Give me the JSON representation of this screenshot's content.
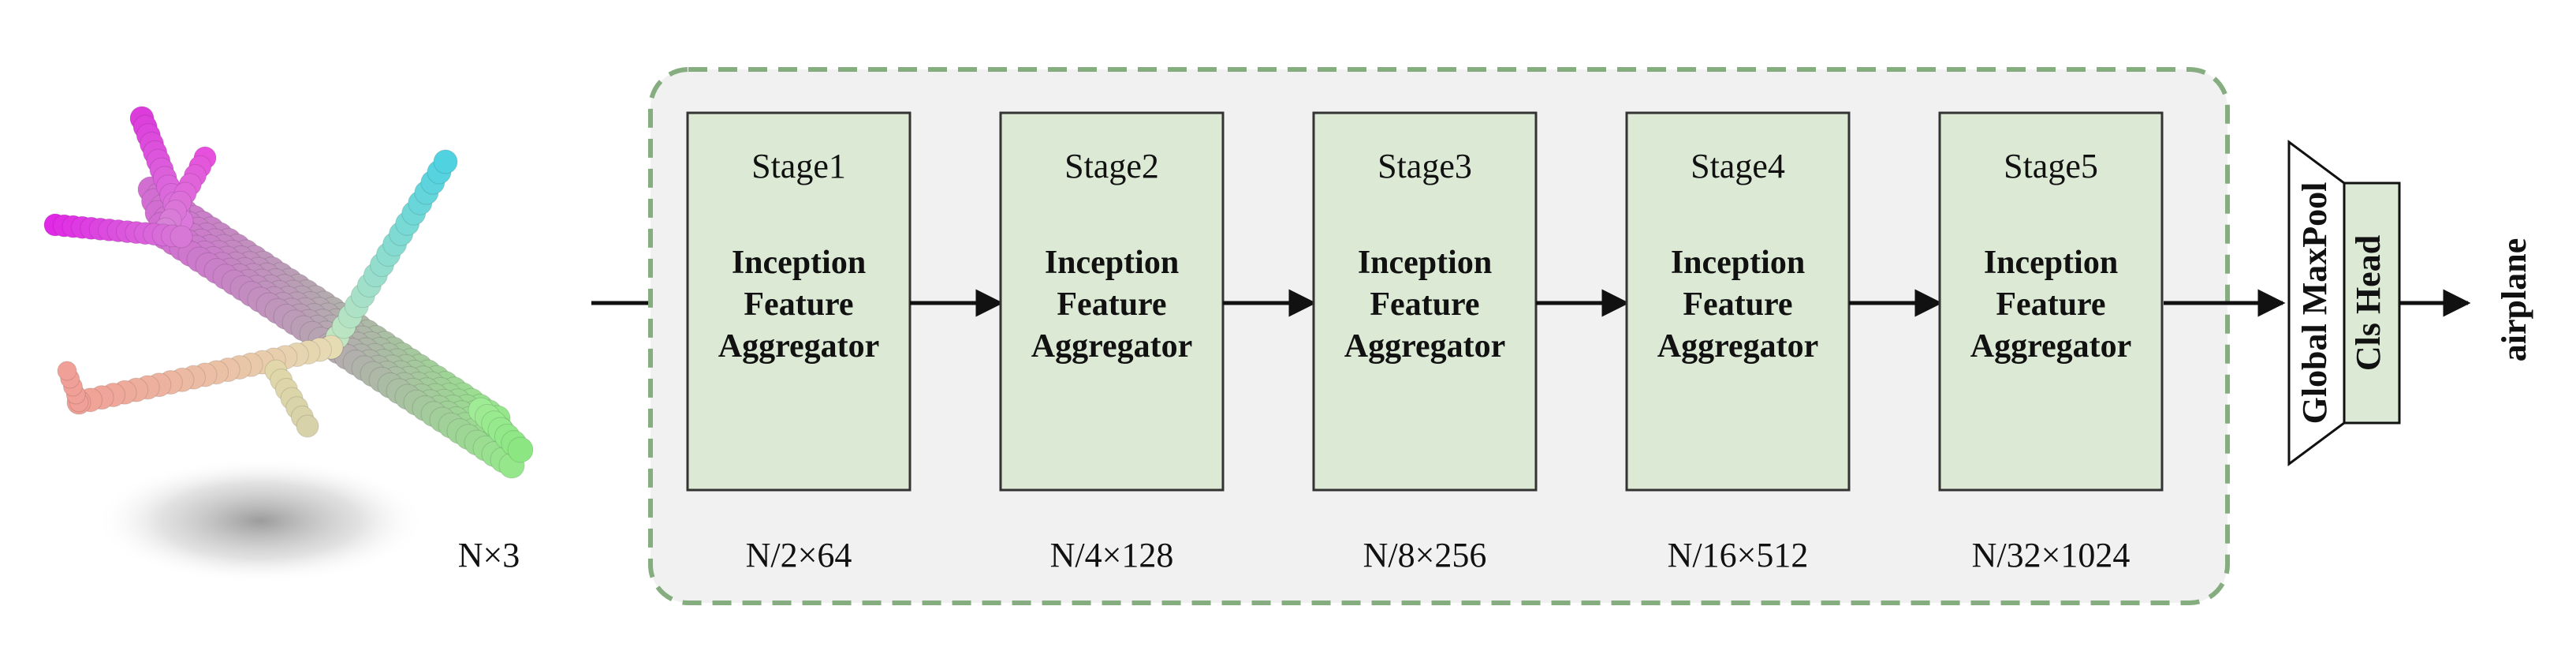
{
  "input": {
    "shape": "N×3"
  },
  "stages": [
    {
      "title": "Stage1",
      "block_lines": [
        "Inception",
        "Feature",
        "Aggregator"
      ],
      "dim": "N/2×64"
    },
    {
      "title": "Stage2",
      "block_lines": [
        "Inception",
        "Feature",
        "Aggregator"
      ],
      "dim": "N/4×128"
    },
    {
      "title": "Stage3",
      "block_lines": [
        "Inception",
        "Feature",
        "Aggregator"
      ],
      "dim": "N/8×256"
    },
    {
      "title": "Stage4",
      "block_lines": [
        "Inception",
        "Feature",
        "Aggregator"
      ],
      "dim": "N/16×512"
    },
    {
      "title": "Stage5",
      "block_lines": [
        "Inception",
        "Feature",
        "Aggregator"
      ],
      "dim": "N/32×1024"
    }
  ],
  "pool": {
    "label": "Global MaxPool"
  },
  "head": {
    "label": "Cls Head"
  },
  "output": {
    "label": "airplane"
  },
  "colors": {
    "block_fill": "#dcead5",
    "block_stroke": "#333333",
    "panel_fill": "#f1f1f1",
    "panel_dash": "#86ad80",
    "head_fill": "#dcead5",
    "pool_fill": "#ffffff"
  }
}
